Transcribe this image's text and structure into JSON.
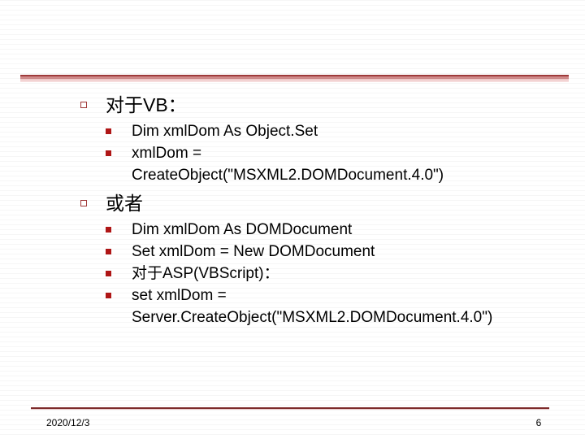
{
  "slide": {
    "page_number": "6",
    "date": "2020/12/3",
    "accent_color": "#9e3b3b",
    "bullet_hollow_color": "#a33a3a",
    "bullet_solid_color": "#b01616",
    "background_color": "#ffffff",
    "blocks": [
      {
        "bullet_icon": "hollow-square-bullet",
        "heading": "对于VB：",
        "items": [
          {
            "bullet_icon": "solid-square-bullet",
            "lines": [
              "Dim xmlDom As Object.Set"
            ]
          },
          {
            "bullet_icon": "solid-square-bullet",
            "lines": [
              "xmlDom =",
              "CreateObject(\"MSXML2.DOMDocument.4.0\")"
            ]
          }
        ]
      },
      {
        "bullet_icon": "hollow-square-bullet",
        "heading": "或者",
        "items": [
          {
            "bullet_icon": "solid-square-bullet",
            "lines": [
              "Dim xmlDom As DOMDocument"
            ]
          },
          {
            "bullet_icon": "solid-square-bullet",
            "lines": [
              "Set xmlDom = New DOMDocument"
            ]
          },
          {
            "bullet_icon": "solid-square-bullet",
            "lines": [
              "对于ASP(VBScript)："
            ]
          },
          {
            "bullet_icon": "solid-square-bullet",
            "lines": [
              "set xmlDom =",
              "Server.CreateObject(\"MSXML2.DOMDocument.4.0\")"
            ]
          }
        ]
      }
    ]
  }
}
